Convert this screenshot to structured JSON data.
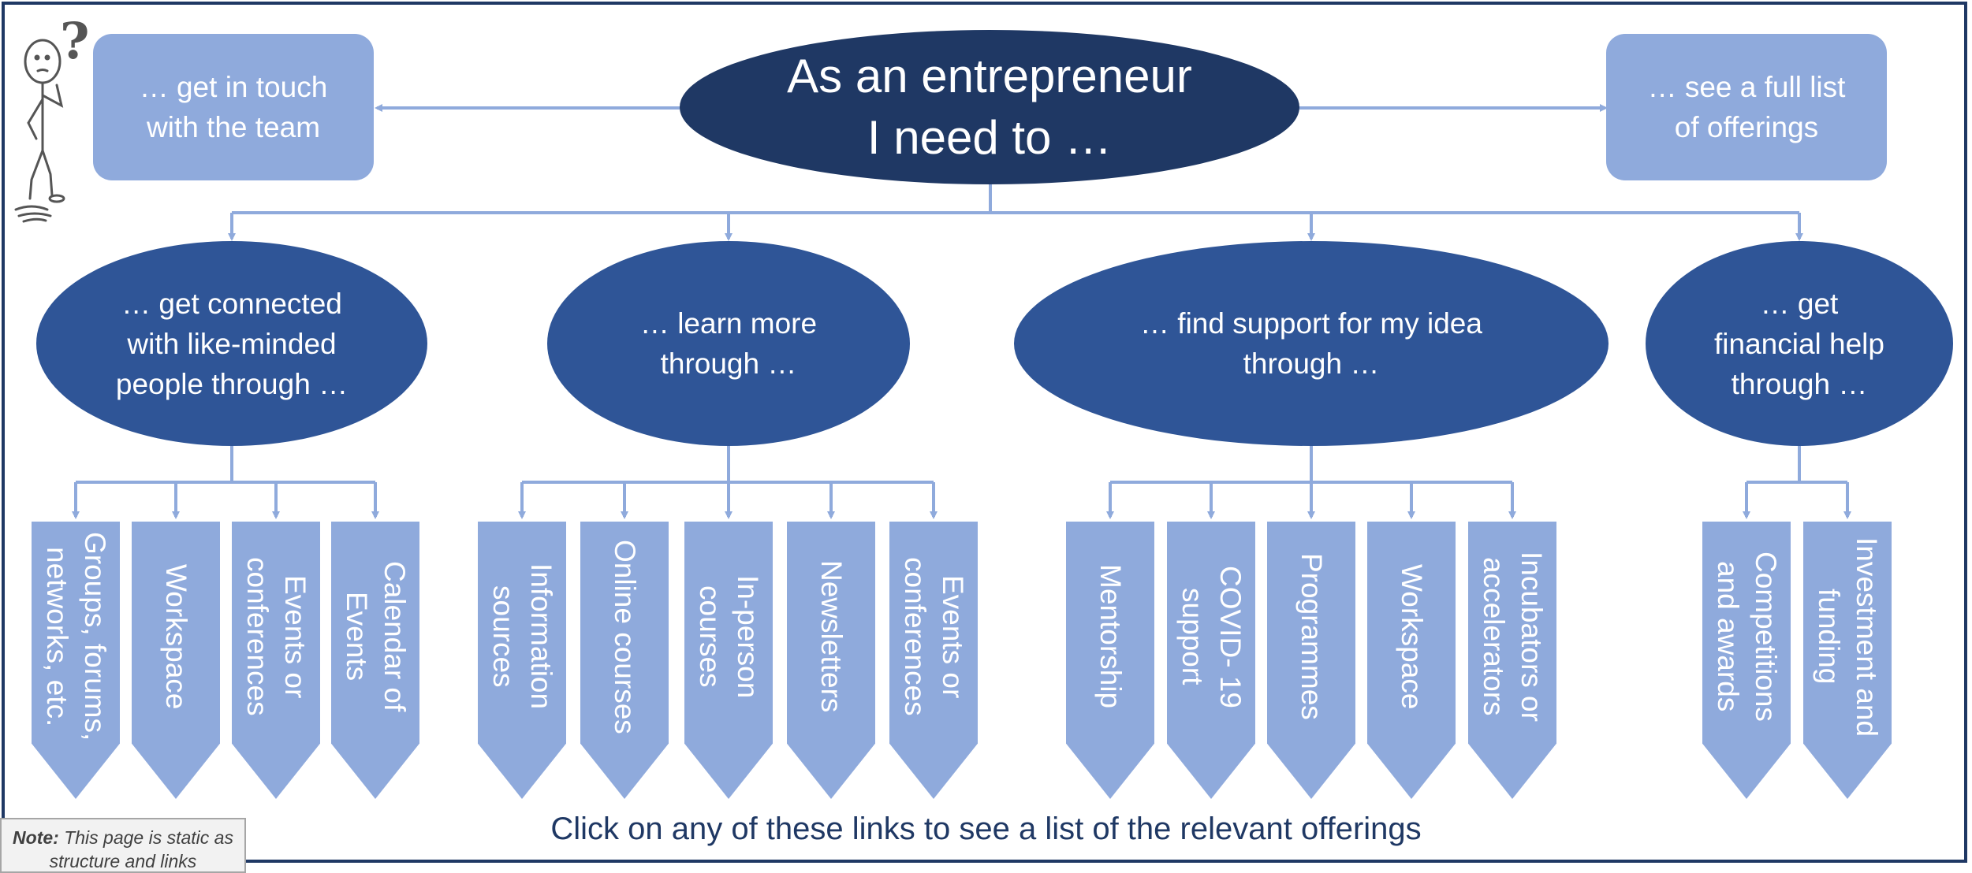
{
  "root": {
    "line1": "As an entrepreneur",
    "line2": "I need to …"
  },
  "side_boxes": {
    "left": {
      "line1": "… get in touch",
      "line2": "with the team"
    },
    "right": {
      "line1": "… see a full list",
      "line2": "of offerings"
    }
  },
  "categories": [
    {
      "lines": [
        "… get connected",
        "with like-minded",
        "people through …"
      ],
      "items": [
        "Groups, forums,\nnetworks, etc.",
        "Workspace",
        "Events or\nconferences",
        "Calendar of\nEvents"
      ]
    },
    {
      "lines": [
        "… learn more",
        "through …"
      ],
      "items": [
        "Information\nsources",
        "Online courses",
        "In-person\ncourses",
        "Newsletters",
        "Events or\nconferences"
      ]
    },
    {
      "lines": [
        "… find support for my idea",
        "through …"
      ],
      "items": [
        "Mentorship",
        "COVID- 19\nsupport",
        "Programmes",
        "Workspace",
        "Incubators or\naccelerators"
      ]
    },
    {
      "lines": [
        "… get",
        "financial help",
        "through …"
      ],
      "items": [
        "Competitions\nand awards",
        "Investment and\nfunding"
      ]
    }
  ],
  "footer": "Click on any of these links to see a list of the relevant offerings",
  "note": {
    "label": "Note:",
    "text": "This page is static as structure and links"
  },
  "stickman": {
    "symbol": "?"
  },
  "colors": {
    "root": "#1F3864",
    "category": "#2F5597",
    "item": "#8FAADC",
    "connector": "#8FAADC",
    "footer_text": "#1F3864"
  }
}
